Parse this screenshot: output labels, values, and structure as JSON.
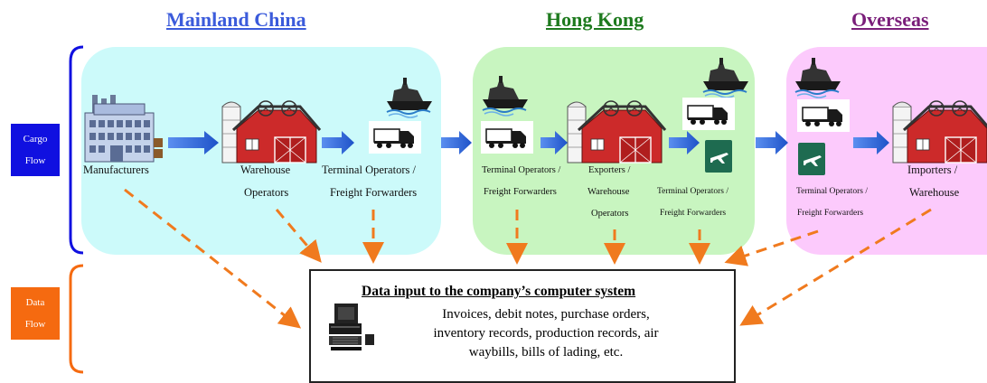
{
  "regions": {
    "mainland": {
      "title": "Mainland China",
      "color": "#3b5bdb",
      "panel_color": "#ccfafa"
    },
    "hongkong": {
      "title": "Hong Kong",
      "color": "#1e7a1e",
      "panel_color": "#c8f5c0"
    },
    "overseas": {
      "title": "Overseas",
      "color": "#7a1e7a",
      "panel_color": "#fccafc"
    }
  },
  "side_labels": {
    "cargo_line1": "Cargo",
    "cargo_line2": "Flow",
    "cargo_color": "#1010e0",
    "data_line1": "Data",
    "data_line2": "Flow",
    "data_color": "#f56a10"
  },
  "nodes": {
    "manufacturers": "Manufacturers",
    "warehouse_l1": "Warehouse",
    "warehouse_l2": "Operators",
    "term1_l1": "Terminal Operators /",
    "term1_l2": "Freight Forwarders",
    "term2_l1": "Terminal Operators /",
    "term2_l2": "Freight Forwarders",
    "exporters_l1": "Exporters /",
    "exporters_l2": "Warehouse",
    "exporters_l3": "Operators",
    "term3_l1": "Terminal Operators /",
    "term3_l2": "Freight Forwarders",
    "term4_l1": "Terminal Operators /",
    "term4_l2": "Freight Forwarders",
    "importers_l1": "Importers /",
    "importers_l2": "Warehouse"
  },
  "data_box": {
    "title": "Data input to the company’s computer system",
    "line1": "Invoices, debit notes, purchase orders,",
    "line2": "inventory records, production records, air",
    "line3": "waybills, bills of lading, etc."
  },
  "colors": {
    "cargo_arrow": "#2f6fe0",
    "data_arrow": "#f07a1e",
    "barn": "#cc2a2a",
    "plane_bg": "#1e6b50"
  }
}
